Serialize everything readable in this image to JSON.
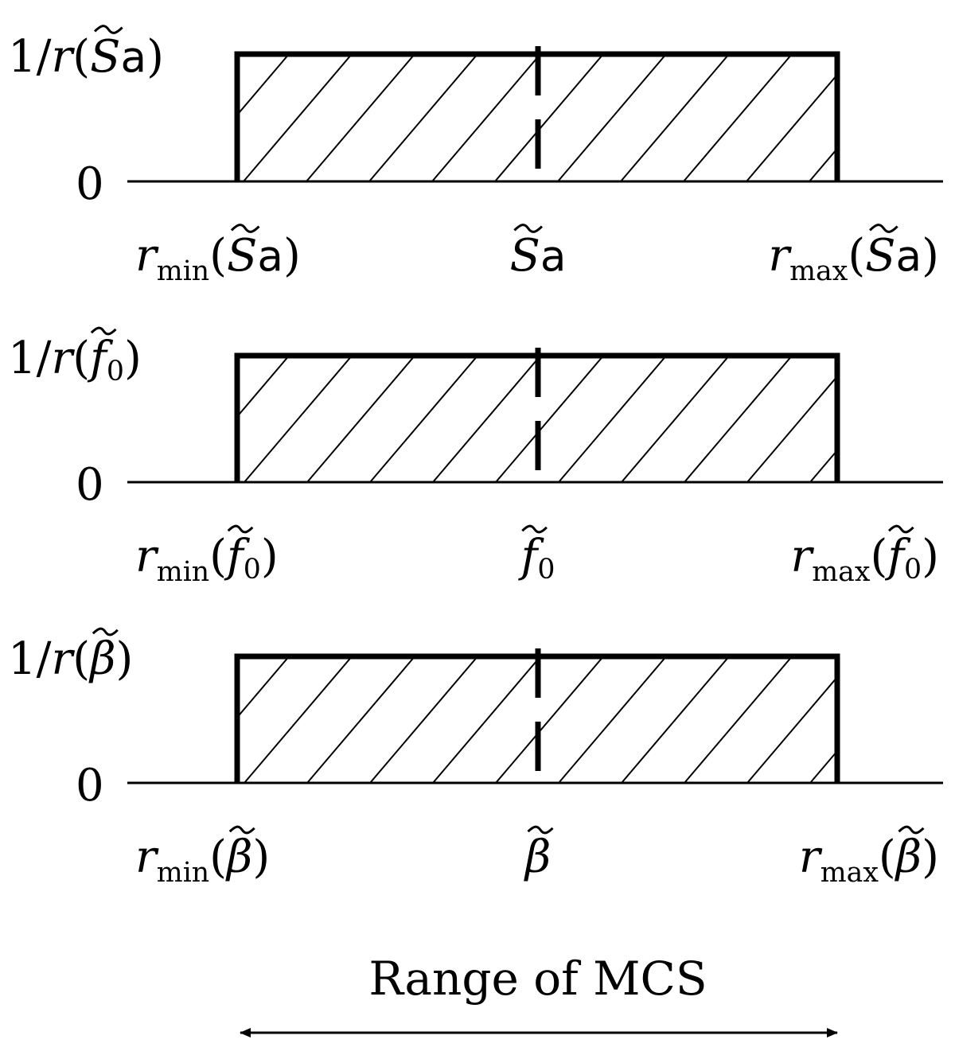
{
  "panels": [
    {
      "id": "sa",
      "symbol": "S",
      "subscript": "a",
      "symbol_style": "italic-with-roman-subscript",
      "y_top_label": {
        "prefix": "1/",
        "r": "r",
        "open": "(",
        "close": ")"
      },
      "y_zero_label": "0",
      "x_left_label": {
        "r": "r",
        "sub": "min",
        "open": "(",
        "close": ")"
      },
      "x_right_label": {
        "r": "r",
        "sub": "max",
        "open": "(",
        "close": ")"
      }
    },
    {
      "id": "f0",
      "symbol": "f",
      "subscript": "0",
      "symbol_style": "italic",
      "y_top_label": {
        "prefix": "1/",
        "r": "r",
        "open": "(",
        "close": ")"
      },
      "y_zero_label": "0",
      "x_left_label": {
        "r": "r",
        "sub": "min",
        "open": "(",
        "close": ")"
      },
      "x_right_label": {
        "r": "r",
        "sub": "max",
        "open": "(",
        "close": ")"
      }
    },
    {
      "id": "beta",
      "symbol": "β",
      "subscript": "",
      "symbol_style": "italic",
      "y_top_label": {
        "prefix": "1/",
        "r": "r",
        "open": "(",
        "close": ")"
      },
      "y_zero_label": "0",
      "x_left_label": {
        "r": "r",
        "sub": "min",
        "open": "(",
        "close": ")"
      },
      "x_right_label": {
        "r": "r",
        "sub": "max",
        "open": "(",
        "close": ")"
      }
    }
  ],
  "tilde": "~",
  "range_label": "Range of MCS",
  "colors": {
    "line": "#000000",
    "background": "#ffffff"
  }
}
